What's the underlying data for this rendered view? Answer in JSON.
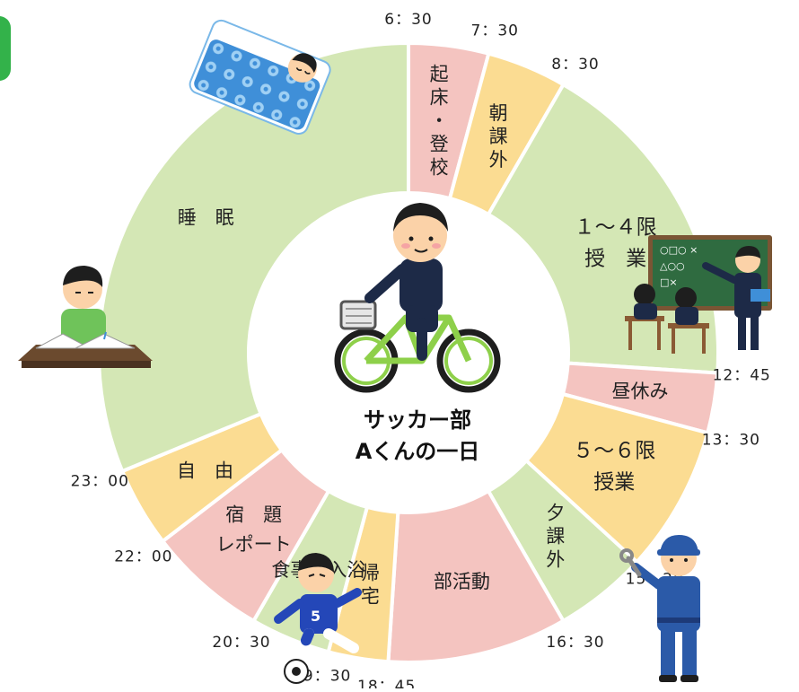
{
  "colors": {
    "pink": "#f4c4c0",
    "yellow": "#fbdc92",
    "green": "#d4e7b5",
    "separator": "#ffffff",
    "label_text": "#222222",
    "time_text": "#222222",
    "accent_green": "#33b24a"
  },
  "center": {
    "title_line1": "サッカー部",
    "title_line2": "Aくんの一日",
    "icon": "student-on-bicycle-icon"
  },
  "times": [
    {
      "label": "6：30",
      "hour": 6.5
    },
    {
      "label": "7：30",
      "hour": 7.5
    },
    {
      "label": "8：30",
      "hour": 8.5
    },
    {
      "label": "12：45",
      "hour": 12.75
    },
    {
      "label": "13：30",
      "hour": 13.5
    },
    {
      "label": "15：20",
      "hour": 15.333
    },
    {
      "label": "16：30",
      "hour": 16.5
    },
    {
      "label": "18：45",
      "hour": 18.75
    },
    {
      "label": "19：30",
      "hour": 19.5
    },
    {
      "label": "20：30",
      "hour": 20.5
    },
    {
      "label": "22：00",
      "hour": 22
    },
    {
      "label": "23：00",
      "hour": 23
    }
  ],
  "segments": [
    {
      "id": "wake-up",
      "lines": [
        "起",
        "床",
        "・",
        "登",
        "校"
      ],
      "vertical": true,
      "color": "pink",
      "start": 6.5,
      "end": 7.5
    },
    {
      "id": "morning-extra",
      "lines": [
        "朝",
        "課",
        "外"
      ],
      "vertical": true,
      "color": "yellow",
      "start": 7.5,
      "end": 8.5
    },
    {
      "id": "class-1-4",
      "lines": [
        "１～４限",
        "授　業"
      ],
      "vertical": false,
      "color": "green",
      "start": 8.5,
      "end": 12.75
    },
    {
      "id": "lunch",
      "lines": [
        "昼休み"
      ],
      "vertical": false,
      "color": "pink",
      "start": 12.75,
      "end": 13.5
    },
    {
      "id": "class-5-6",
      "lines": [
        "５～６限",
        "授業"
      ],
      "vertical": false,
      "color": "yellow",
      "start": 13.5,
      "end": 15.333
    },
    {
      "id": "evening-extra",
      "lines": [
        "夕",
        "課",
        "外"
      ],
      "vertical": true,
      "color": "green",
      "start": 15.333,
      "end": 16.5
    },
    {
      "id": "club",
      "lines": [
        "部活動"
      ],
      "vertical": false,
      "color": "pink",
      "start": 16.5,
      "end": 18.75
    },
    {
      "id": "return-home",
      "lines": [
        "帰",
        "宅"
      ],
      "vertical": true,
      "color": "yellow",
      "start": 18.75,
      "end": 19.5
    },
    {
      "id": "meal-bath",
      "lines": [
        "食事・入浴"
      ],
      "vertical": false,
      "color": "green",
      "start": 19.5,
      "end": 20.5
    },
    {
      "id": "homework",
      "lines": [
        "宿　題",
        "レポート"
      ],
      "vertical": false,
      "color": "pink",
      "start": 20.5,
      "end": 22
    },
    {
      "id": "free-time",
      "lines": [
        "自　由"
      ],
      "vertical": false,
      "color": "yellow",
      "start": 22,
      "end": 23
    },
    {
      "id": "sleep",
      "lines": [
        "睡　眠"
      ],
      "vertical": false,
      "color": "green",
      "start": 23,
      "end": 30.5
    }
  ],
  "illustrations": [
    {
      "name": "sleeping-in-futon-icon"
    },
    {
      "name": "classroom-teacher-icon"
    },
    {
      "name": "studying-at-desk-icon"
    },
    {
      "name": "mechanic-worker-icon"
    },
    {
      "name": "soccer-player-icon"
    }
  ]
}
